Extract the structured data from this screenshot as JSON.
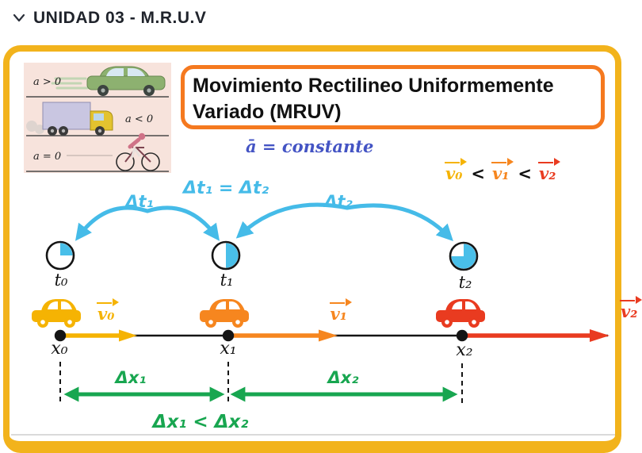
{
  "header": {
    "collapse_icon": "chevron-down",
    "title": "UNIDAD 03 - M.R.U.V"
  },
  "accel_image": {
    "rows": [
      {
        "label": "a > 0",
        "vehicle": "green-car-accelerating"
      },
      {
        "label": "a < 0",
        "vehicle": "yellow-truck-braking"
      },
      {
        "label": "a = 0",
        "vehicle": "cyclist-constant-speed"
      }
    ]
  },
  "title_box": {
    "line1": "Movimiento Rectilineo Uniformemente",
    "line2": "Variado (MRUV)"
  },
  "acceleration_note": "ā = constante",
  "velocity_inequality": {
    "v0": "v₀",
    "lt1": "<",
    "v1": "v₁",
    "lt2": "<",
    "v2": "v₂"
  },
  "time": {
    "equation": "Δt₁ = Δt₂",
    "interval1": "Δt₁",
    "interval2": "Δt₂",
    "clocks": [
      {
        "label": "t₀",
        "fill_fraction": "quarter"
      },
      {
        "label": "t₁",
        "fill_fraction": "half"
      },
      {
        "label": "t₂",
        "fill_fraction": "three-quarters"
      }
    ]
  },
  "space": {
    "x_labels": [
      "x₀",
      "x₁",
      "x₂"
    ],
    "v_labels": [
      "v₀",
      "v₁",
      "v₂"
    ],
    "interval1": "Δx₁",
    "interval2": "Δx₂",
    "inequality": "Δx₁ < Δx₂"
  },
  "colors": {
    "panel_border": "#f2b31c",
    "title_box_border": "#f5791f",
    "header_text": "#20242c",
    "cyan": "#45bbe8",
    "royal_blue": "#4454c4",
    "green": "#18a650",
    "v0_yellow": "#f5b303",
    "v1_orange": "#f6861f",
    "v2_red": "#e93b20"
  }
}
